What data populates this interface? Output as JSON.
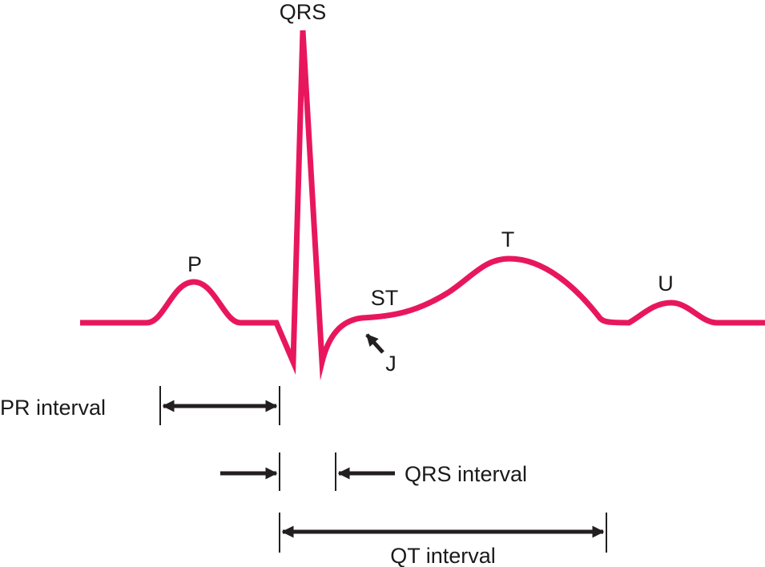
{
  "colors": {
    "waveform": "#E8175D",
    "annotation": "#231F20"
  },
  "waves": {
    "qrs": "QRS",
    "p": "P",
    "st": "ST",
    "t": "T",
    "u": "U",
    "j": "J"
  },
  "intervals": {
    "pr": "PR interval",
    "qrs": "QRS interval",
    "qt": "QT interval"
  }
}
